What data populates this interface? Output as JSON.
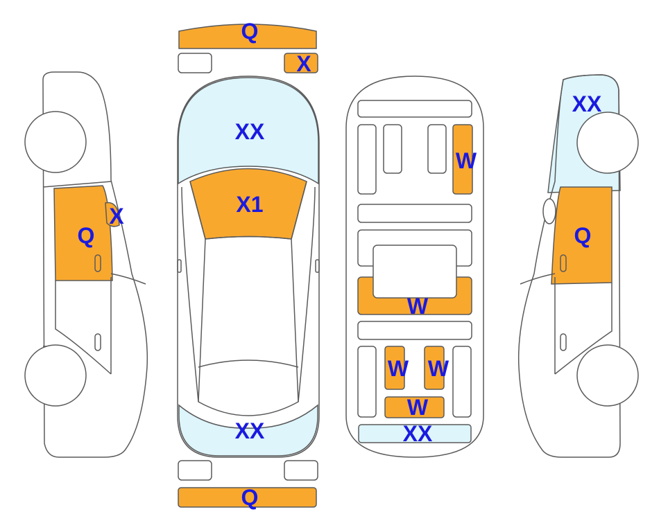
{
  "colors": {
    "orange": "#f9a82e",
    "light_blue": "#ddf5fb",
    "label": "#1a1ae0",
    "outline": "#5a5a5a",
    "background": "#ffffff"
  },
  "labels": {
    "front_bumper": "Q",
    "front_lamp_right": "X",
    "hood": "XX",
    "windshield": "X1",
    "roof_rear": "XX",
    "rear_bumper": "Q",
    "left_door_front": "Q",
    "left_mirror": "X",
    "right_fender_front": "XX",
    "right_door_front": "Q",
    "floor_front_right": "W",
    "floor_center": "W",
    "floor_rear_left": "W",
    "floor_rear_right": "W",
    "floor_rear_center": "W",
    "floor_rear_panel": "XX"
  }
}
